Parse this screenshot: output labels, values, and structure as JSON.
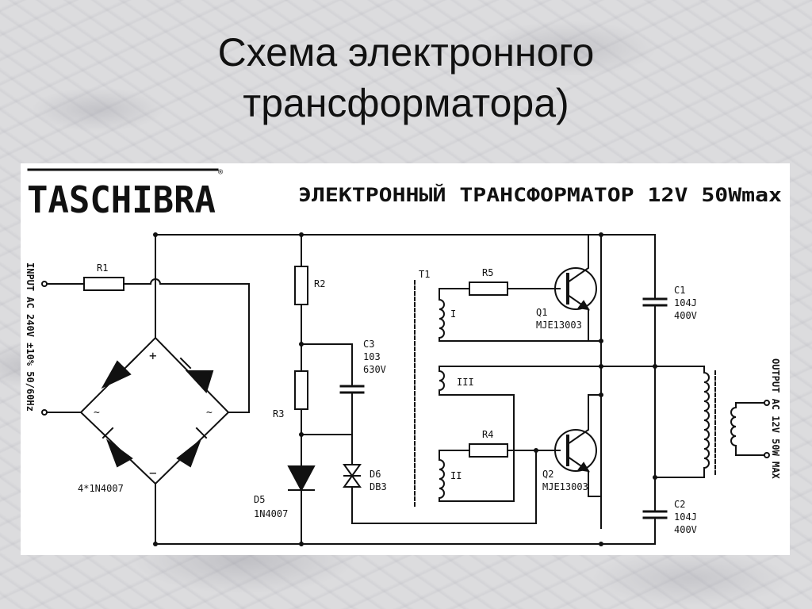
{
  "slide": {
    "title_line1": "Схема электронного",
    "title_line2": "трансформатора)"
  },
  "diagram": {
    "brand": "TASCHIBRA",
    "brand_mark": "®",
    "heading": "ЭЛЕКТРОННЫЙ ТРАНСФОРМАТОР 12V 50Wmax",
    "input_label": "INPUT AC 240V ±10% 50/60Hz",
    "output_label": "OUTPUT AC 12V 50W MAX",
    "r1": "R1",
    "r2": "R2",
    "r3": "R3",
    "r4": "R4",
    "r5": "R5",
    "bridge": "4*1N4007",
    "plus": "+",
    "minus": "−",
    "ac1": "~",
    "ac2": "~",
    "c3_name": "C3",
    "c3_val1": "103",
    "c3_val2": "630V",
    "d5_name": "D5",
    "d5_val": "1N4007",
    "d6_name": "D6",
    "d6_val": "DB3",
    "t1": "T1",
    "w1": "I",
    "w2": "II",
    "w3": "III",
    "q1_name": "Q1",
    "q1_val": "MJE13003",
    "q2_name": "Q2",
    "q2_val": "MJE13003",
    "c1_name": "C1",
    "c1_val1": "104J",
    "c1_val2": "400V",
    "c2_name": "C2",
    "c2_val1": "104J",
    "c2_val2": "400V"
  },
  "colors": {
    "ink": "#111111",
    "panel": "#ffffff",
    "marble": "#dcdcde"
  }
}
